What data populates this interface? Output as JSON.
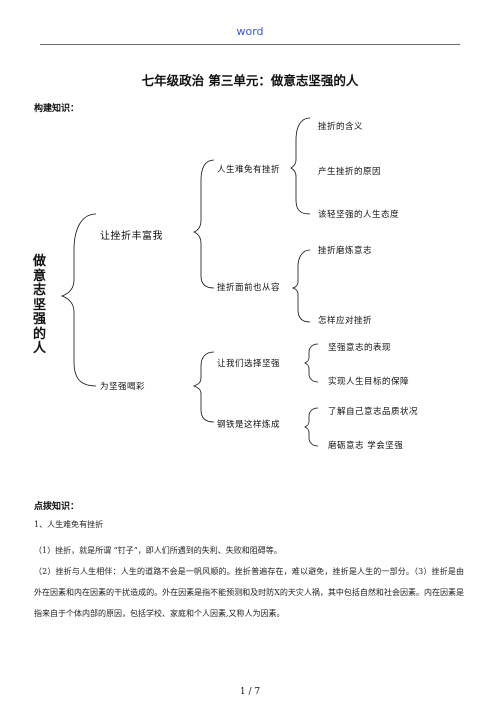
{
  "header": {
    "word_label": "word"
  },
  "title": "七年级政治 第三单元：做意志坚强的人",
  "sections": {
    "build_knowledge": "构建知识：",
    "key_points": "点拨知识："
  },
  "mindmap": {
    "root": "做意志坚强的人",
    "branches": [
      {
        "label": "让挫折丰富我",
        "children": [
          {
            "label": "人生难免有挫折",
            "leaves": [
              "挫折的含义",
              "产生挫折的原因",
              "该轻坚强的人生态度"
            ]
          },
          {
            "label": "挫折面前也从容",
            "leaves": [
              "挫折磨炼意志",
              "怎样应对挫折"
            ]
          }
        ]
      },
      {
        "label": "为坚强喝彩",
        "children": [
          {
            "label": "让我们选择坚强",
            "leaves": [
              "坚强意志的表现",
              "实现人生目标的保障"
            ]
          },
          {
            "label": "钢铁是这样炼成",
            "leaves": [
              "了解自己意志品质状况",
              "磨砺意志 学会坚强"
            ]
          }
        ]
      }
    ]
  },
  "points": {
    "item1_title": "1、人生难免有挫折",
    "p1": "（1）挫折，就是所谓 “钉子”，即人们所遇到的失利、失败和阻碍等。",
    "p2": "（2）挫折与人生相伴：人生的道路不会是一帆风顺的。挫折普遍存在，难以避免，挫折是人生的一部分。（3）挫折是由外在因素和内在因素的干扰造成的。外在因素是指不能预测和及时防X的天灾人祸，其中包括自然和社会因素。内在因素是指来自于个体内部的原因，包括学校、家庭和个人因素,又称人为因素。"
  },
  "footer": {
    "page": "1 / 7"
  }
}
